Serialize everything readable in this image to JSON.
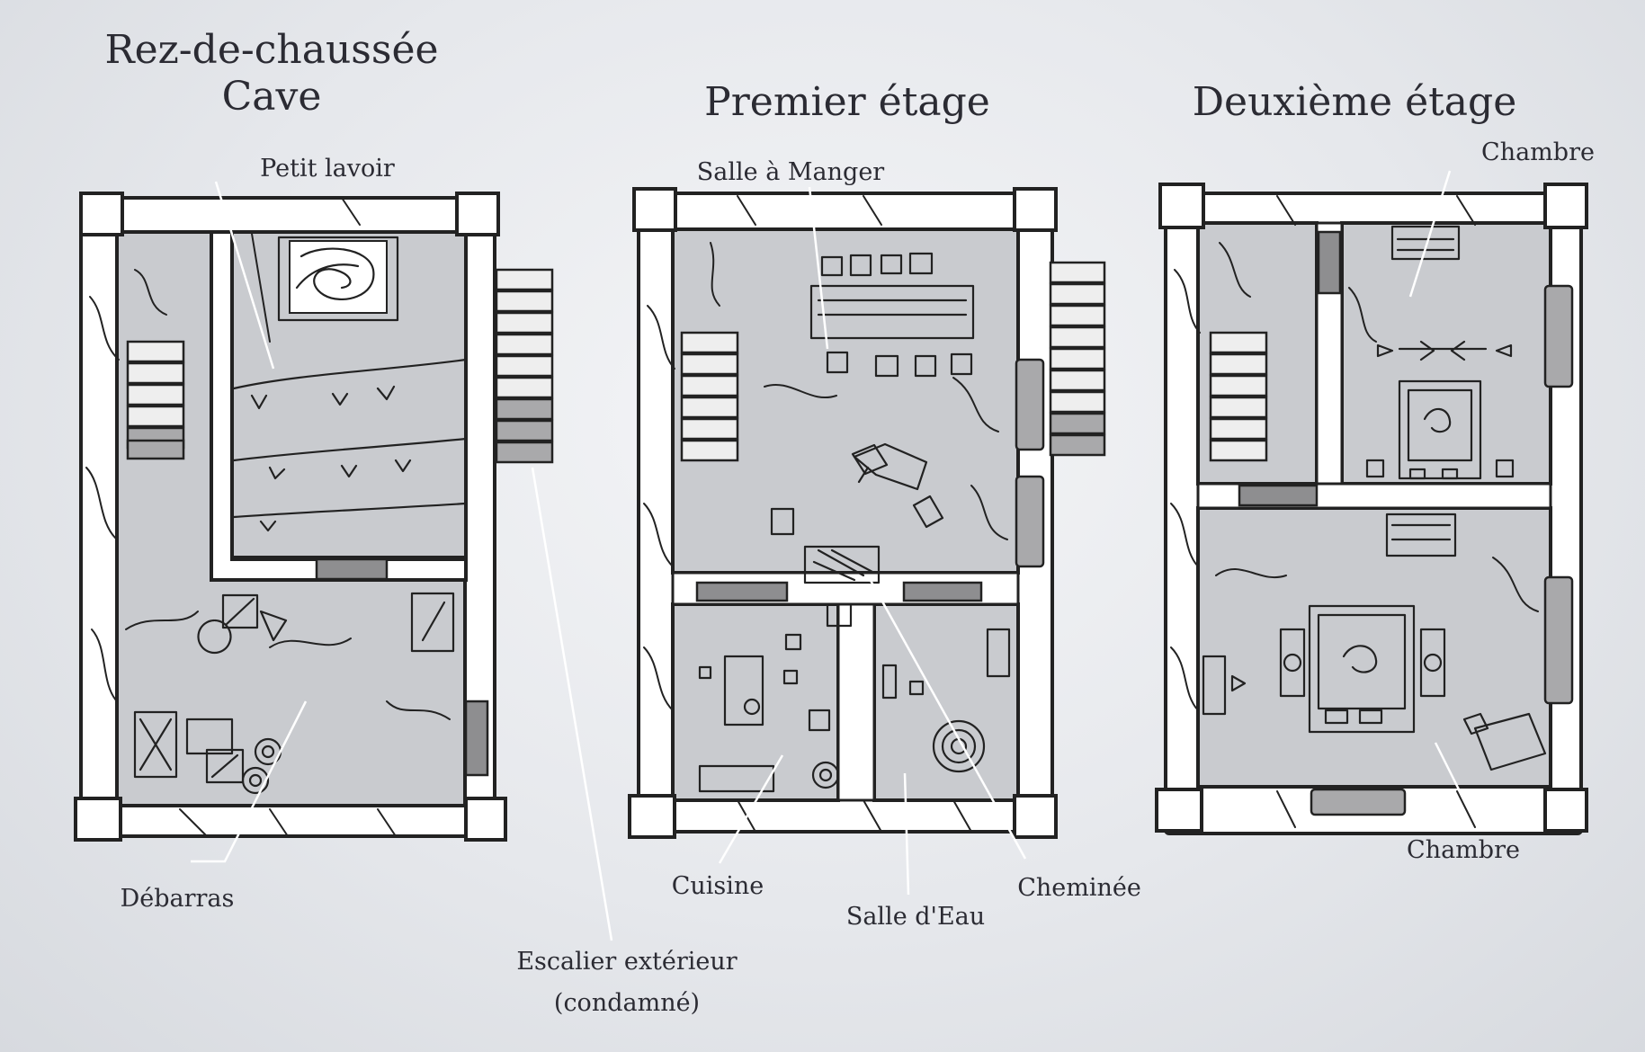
{
  "floors": {
    "ground": {
      "title_line1": "Rez-de-chaussée",
      "title_line2": "Cave"
    },
    "first": {
      "title": "Premier étage"
    },
    "second": {
      "title": "Deuxième étage"
    }
  },
  "labels": {
    "petit_lavoir": "Petit lavoir",
    "debarras": "Débarras",
    "escalier_line1": "Escalier extérieur",
    "escalier_line2": "(condamné)",
    "salle_a_manger": "Salle à Manger",
    "cuisine": "Cuisine",
    "salle_d_eau": "Salle d'Eau",
    "cheminee": "Cheminée",
    "chambre_top": "Chambre",
    "chambre_bottom": "Chambre"
  }
}
